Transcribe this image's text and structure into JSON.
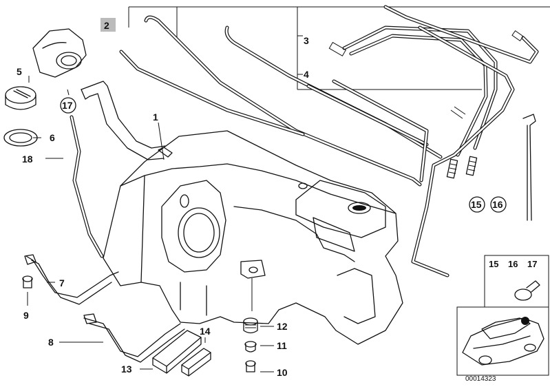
{
  "labels": {
    "p1": "1",
    "p2": "2",
    "p3": "3",
    "p4": "4",
    "p5": "5",
    "p6": "6",
    "p7": "7",
    "p8": "8",
    "p9": "9",
    "p10": "10",
    "p11": "11",
    "p12": "12",
    "p13": "13",
    "p14": "14",
    "p15a": "15",
    "p16a": "16",
    "p17a": "17",
    "p18": "18"
  },
  "inset": {
    "l15": "15",
    "l16": "16",
    "l17": "17"
  },
  "diagram_code": "00014323"
}
